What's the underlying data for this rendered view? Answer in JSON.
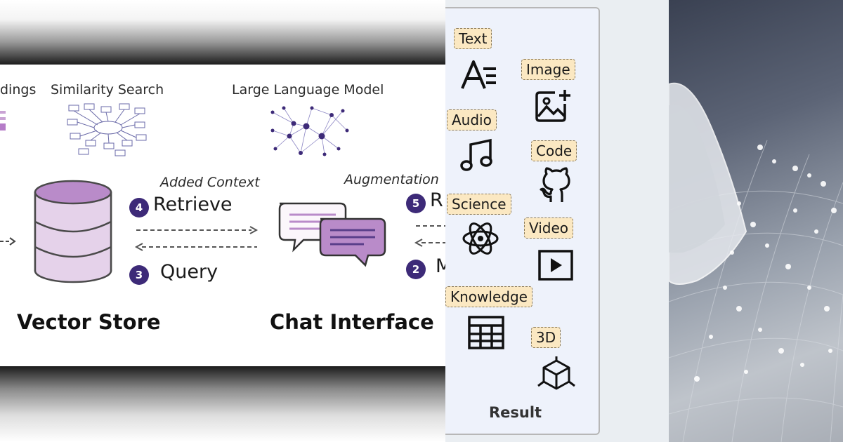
{
  "diagram": {
    "embeddings_label": "dings",
    "similarity_label": "Similarity Search",
    "llm_label": "Large Language Model",
    "added_context": "Added Context",
    "augmentation": "Augmentation",
    "step4_num": "4",
    "step4_label": "Retrieve",
    "step3_num": "3",
    "step3_label": "Query",
    "step5_num": "5",
    "step5_label": "R",
    "step2_num": "2",
    "step2_label": "M",
    "vector_store": "Vector Store",
    "chat_interface": "Chat Interface"
  },
  "modalities": {
    "items": [
      {
        "label": "Text",
        "icon": "text-icon"
      },
      {
        "label": "Image",
        "icon": "image-add-icon"
      },
      {
        "label": "Audio",
        "icon": "music-note-icon"
      },
      {
        "label": "Code",
        "icon": "github-icon"
      },
      {
        "label": "Science",
        "icon": "atom-icon"
      },
      {
        "label": "Video",
        "icon": "play-icon"
      },
      {
        "label": "Knowledge",
        "icon": "table-icon"
      },
      {
        "label": "3D",
        "icon": "cube-icon"
      }
    ],
    "result": "Result"
  },
  "colors": {
    "accent_purple": "#3d2a78",
    "db_purple": "#c9a3d4",
    "tag_fill": "#fbe8c2"
  }
}
